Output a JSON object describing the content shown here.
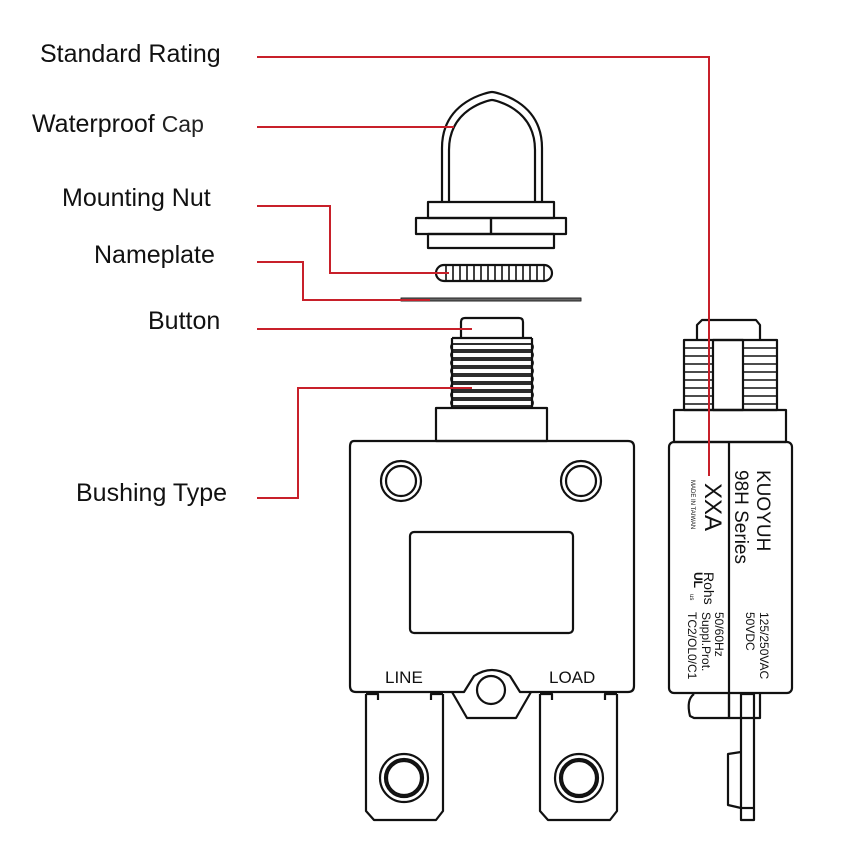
{
  "diagram": {
    "title": "Circuit breaker component diagram",
    "leader_color": "#c8202a",
    "line_color": "#111111",
    "callouts": [
      {
        "id": "standard-rating",
        "label": "Standard Rating"
      },
      {
        "id": "waterproof-cap",
        "label": "Waterproof",
        "label_suffix": "Cap"
      },
      {
        "id": "mounting-nut",
        "label": "Mounting Nut"
      },
      {
        "id": "nameplate",
        "label": "Nameplate"
      },
      {
        "id": "button",
        "label": "Button"
      },
      {
        "id": "bushing-type",
        "label": "Bushing Type"
      }
    ],
    "front_view": {
      "terminals": [
        {
          "id": "line",
          "label": "LINE"
        },
        {
          "id": "load",
          "label": "LOAD"
        }
      ]
    },
    "side_view": {
      "brand": "KUOYUH",
      "series": "98H Series",
      "rating": "XXA",
      "origin": "MADE IN TAIWAN",
      "cert_mark": "UL",
      "cert_suffix": "us",
      "rohs": "Rohs",
      "voltage_ac": "125/250VAC",
      "voltage_dc": "50VDC",
      "frequency": "50/60Hz",
      "protection": "Suppl.Prot.",
      "code": "TC2/OL0/C1"
    }
  }
}
